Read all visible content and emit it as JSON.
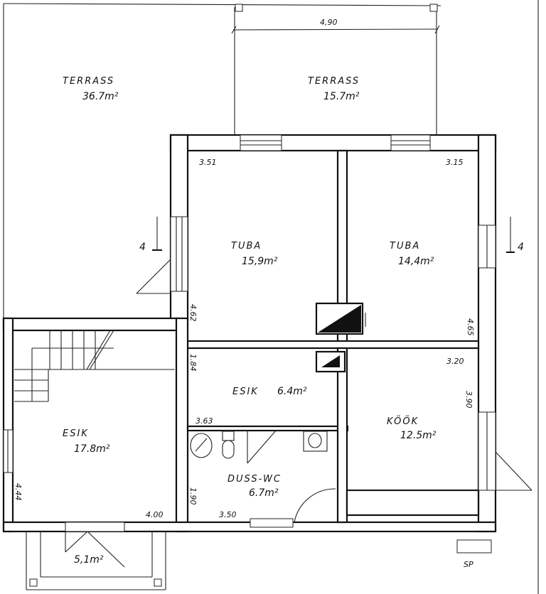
{
  "title": "Floor plan",
  "rooms": {
    "terrace_left": {
      "name": "TERRASS",
      "area": "36.7m²"
    },
    "terrace_right": {
      "name": "TERRASS",
      "area": "15.7m²"
    },
    "room_left": {
      "name": "TUBA",
      "area": "15,9m²"
    },
    "room_right": {
      "name": "TUBA",
      "area": "14,4m²"
    },
    "hall_small": {
      "name": "ESIK",
      "area": "6.4m²"
    },
    "hall_large": {
      "name": "ESIK",
      "area": "17.8m²"
    },
    "kitchen": {
      "name": "KÖÖK",
      "area": "12.5m²"
    },
    "bathroom": {
      "name": "DUSS-WC",
      "area": "6.7m²"
    },
    "porch": {
      "area": "5,1m²"
    }
  },
  "dimensions": {
    "terrace_width": "4,90",
    "room_left_width": "3.51",
    "room_right_width": "3.15",
    "room_left_depth": "4.62",
    "room_right_depth": "4.65",
    "hall_small_depth": "1.84",
    "hall_small_width": "3.63",
    "kitchen_width": "3.20",
    "kitchen_depth": "3.90",
    "hall_large_depth": "4.44",
    "hall_large_width": "4.00",
    "bathroom_depth": "1.90",
    "bathroom_width": "3.50"
  },
  "section_marks": {
    "left": "4",
    "right": "4"
  },
  "legend": {
    "sp": "SP"
  }
}
